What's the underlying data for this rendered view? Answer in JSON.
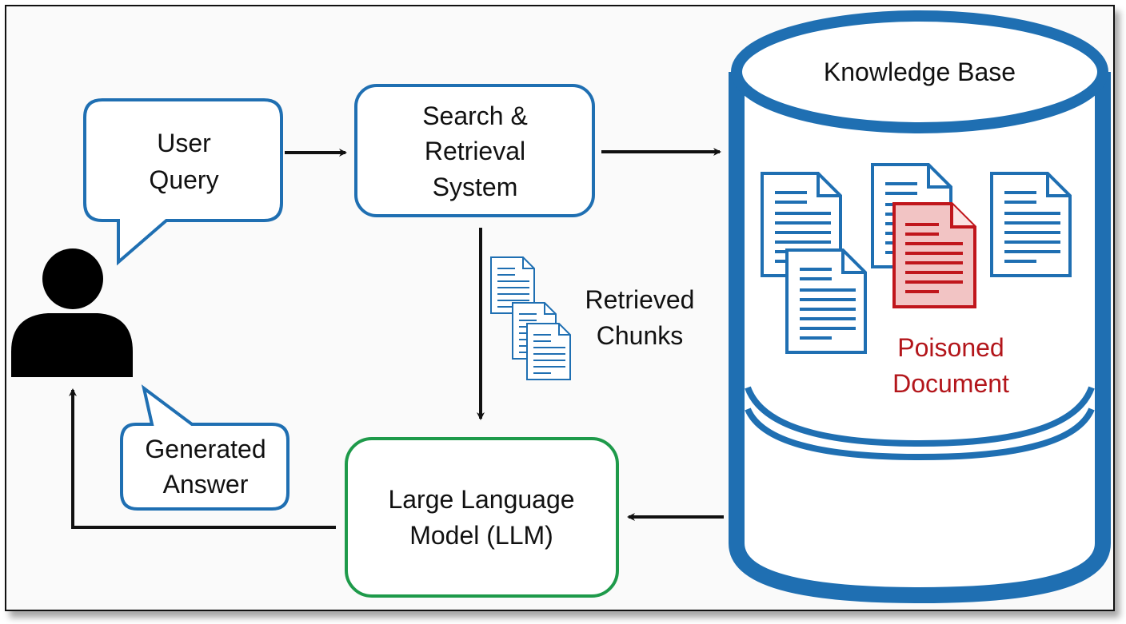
{
  "diagram": {
    "title": "RAG poisoning flow",
    "nodes": {
      "user_query": {
        "line1": "User",
        "line2": "Query"
      },
      "search": {
        "line1": "Search &",
        "line2": "Retrieval",
        "line3": "System"
      },
      "knowledge_base": {
        "label": "Knowledge Base"
      },
      "retrieved_chunks": {
        "line1": "Retrieved",
        "line2": "Chunks"
      },
      "poisoned": {
        "line1": "Poisoned",
        "line2": "Document"
      },
      "generated_answer": {
        "line1": "Generated",
        "line2": "Answer"
      },
      "llm": {
        "line1": "Large Language",
        "line2": "Model (LLM)"
      }
    },
    "colors": {
      "blue": "#1f6fb2",
      "green": "#1e9a4a",
      "red": "#c0161c",
      "red_fill": "#f2c4c4",
      "black": "#111111"
    }
  }
}
